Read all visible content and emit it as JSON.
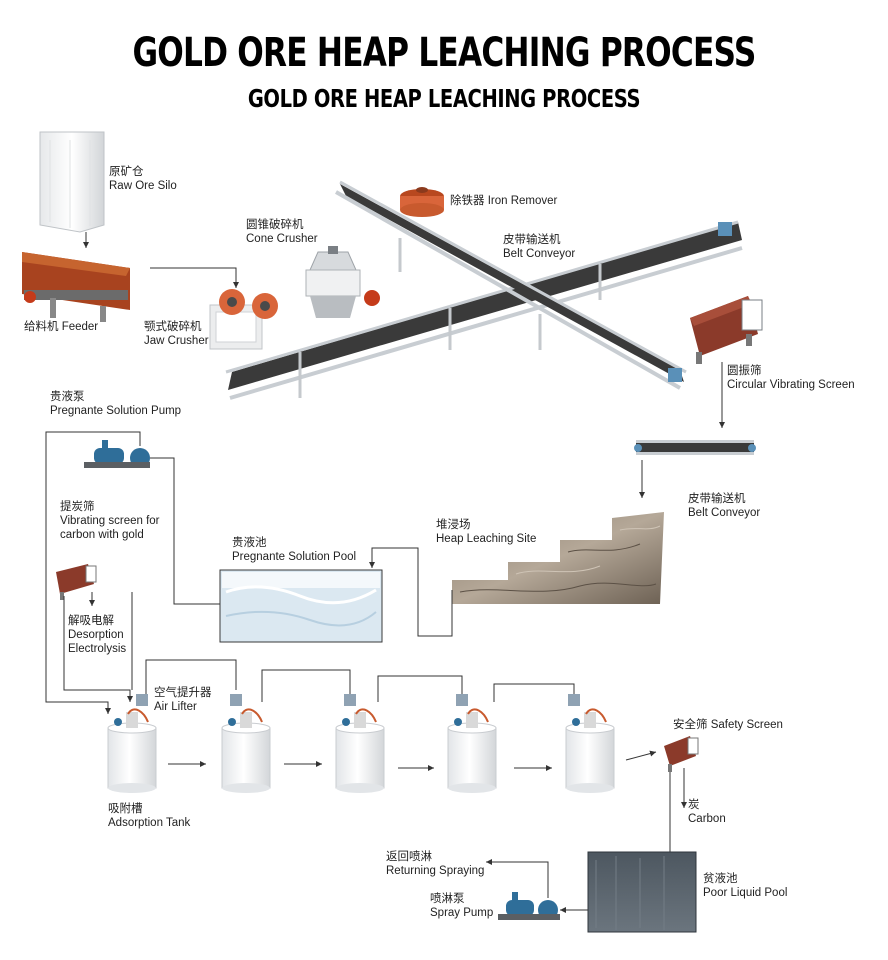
{
  "title": "GOLD ORE HEAP LEACHING PROCESS",
  "subtitle": "GOLD ORE HEAP LEACHING PROCESS",
  "labels": {
    "raw_ore_silo_cn": "原矿仓",
    "raw_ore_silo_en": "Raw Ore Silo",
    "feeder": "给料机  Feeder",
    "jaw_crusher_cn": "颚式破碎机",
    "jaw_crusher_en": "Jaw Crusher",
    "cone_crusher_cn": "圆锥破碎机",
    "cone_crusher_en": "Cone Crusher",
    "iron_remover": "除铁器 Iron Remover",
    "belt_conveyor_1_cn": "皮带输送机",
    "belt_conveyor_1_en": "Belt Conveyor",
    "circular_screen_cn": "圆振筛",
    "circular_screen_en": "Circular Vibrating Screen",
    "belt_conveyor_2_cn": "皮带输送机",
    "belt_conveyor_2_en": "Belt Conveyor",
    "heap_leaching_cn": "堆浸场",
    "heap_leaching_en": "Heap Leaching Site",
    "pregnant_pool_cn": "贵液池",
    "pregnant_pool_en": "Pregnante Solution Pool",
    "pregnant_pump_cn": "贵液泵",
    "pregnant_pump_en": "Pregnante Solution Pump",
    "carbon_screen_cn": "提炭筛",
    "carbon_screen_en1": "Vibrating screen for",
    "carbon_screen_en2": "carbon with gold",
    "desorption_cn": "解吸电解",
    "desorption_en1": "Desorption",
    "desorption_en2": "Electrolysis",
    "air_lifter_cn": "空气提升器",
    "air_lifter_en": "Air Lifter",
    "adsorption_tank_cn": "吸附槽",
    "adsorption_tank_en": "Adsorption Tank",
    "safety_screen": "安全筛 Safety Screen",
    "carbon_cn": "炭",
    "carbon_en": "Carbon",
    "poor_pool_cn": "贫液池",
    "poor_pool_en": "Poor Liquid Pool",
    "returning_cn": "返回喷淋",
    "returning_en": "Returning Spraying",
    "spray_pump_cn": "喷淋泵",
    "spray_pump_en": "Spray Pump"
  },
  "colors": {
    "line": "#333333",
    "conveyor_frame": "#c8cdd2",
    "conveyor_belt": "#3a3a3a",
    "equipment_red": "#8b3a2a",
    "machine_orange": "#d9653a",
    "pump_blue": "#2f6e99",
    "tank_white": "#f4f5f6",
    "tank_shadow": "#d6d9dc",
    "heap_dark": "#6e6255",
    "heap_light": "#b7ab9c",
    "pool_water": "#d9e7f0",
    "poor_pool": "#55606a"
  }
}
